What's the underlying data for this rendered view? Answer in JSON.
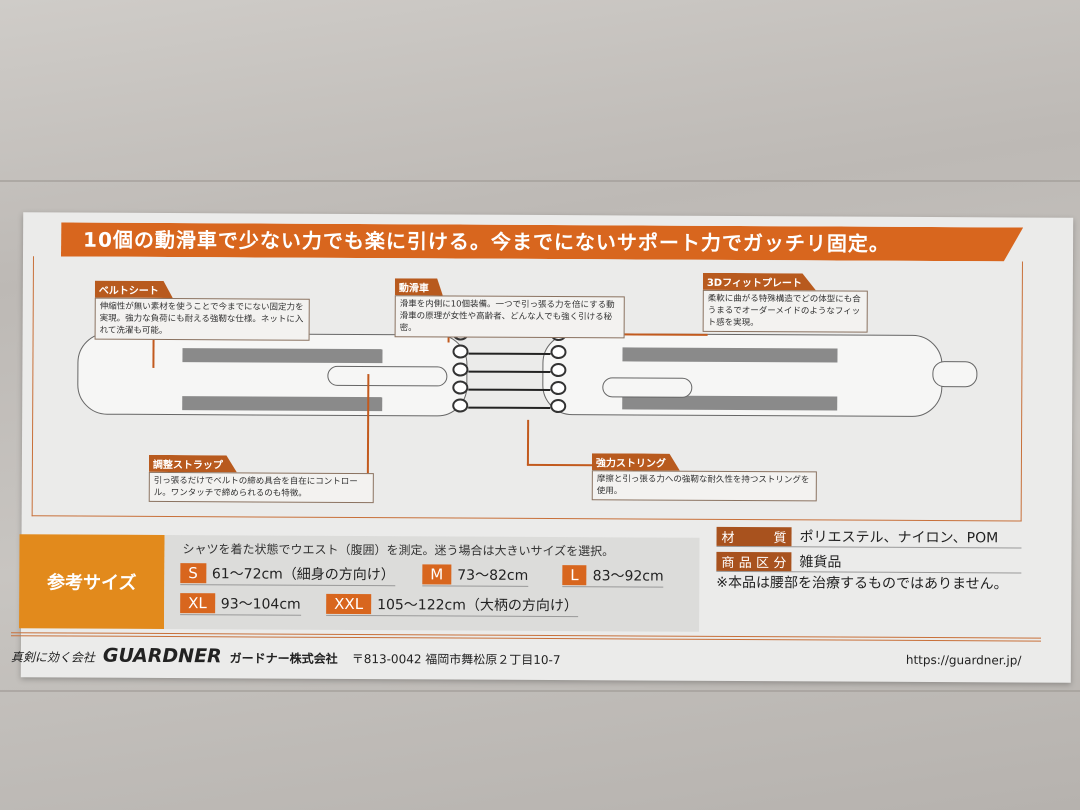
{
  "headline": "10個の動滑車で少ない力でも楽に引ける。今までにないサポート力でガッチリ固定。",
  "callouts": {
    "belt_sheet": {
      "title": "ベルトシート",
      "text": "伸縮性が無い素材を使うことで今までにない固定力を実現。強力な負荷にも耐える強靭な仕様。ネットに入れて洗濯も可能。"
    },
    "pulley": {
      "title": "動滑車",
      "text": "滑車を内側に10個装備。一つで引っ張る力を倍にする動滑車の原理が女性や高齢者、どんな人でも強く引ける秘密。"
    },
    "fit_plate": {
      "title": "3Dフィットプレート",
      "text": "柔軟に曲がる特殊構造でどの体型にも合うまるでオーダーメイドのようなフィット感を実現。"
    },
    "strap": {
      "title": "調整ストラップ",
      "text": "引っ張るだけでベルトの締め具合を自在にコントロール。ワンタッチで締められるのも特徴。"
    },
    "string": {
      "title": "強力ストリング",
      "text": "摩擦と引っ張る力への強靭な耐久性を持つストリングを使用。"
    }
  },
  "sizes": {
    "heading": "参考サイズ",
    "note": "シャツを着た状態でウエスト（腹囲）を測定。迷う場合は大きいサイズを選択。",
    "items": [
      {
        "label": "S",
        "range": "61〜72cm（細身の方向け）"
      },
      {
        "label": "M",
        "range": "73〜82cm"
      },
      {
        "label": "L",
        "range": "83〜92cm"
      },
      {
        "label": "XL",
        "range": "93〜104cm"
      },
      {
        "label": "XXL",
        "range": "105〜122cm（大柄の方向け）"
      }
    ]
  },
  "specs": [
    {
      "key": "材　質",
      "value": "ポリエステル、ナイロン、POM"
    },
    {
      "key": "商品区分",
      "value": "雑貨品"
    }
  ],
  "disclaimer": "※本品は腰部を治療するものではありません。",
  "footer": {
    "slogan": "真剣に効く会社",
    "brand": "GUARDNER",
    "company": "ガードナー株式会社",
    "address": "〒813-0042 福岡市舞松原２丁目10-7",
    "url": "https://guardner.jp/"
  },
  "colors": {
    "accent": "#d8661e",
    "size_box": "#e28a1c",
    "label_dark": "#a8521e"
  }
}
